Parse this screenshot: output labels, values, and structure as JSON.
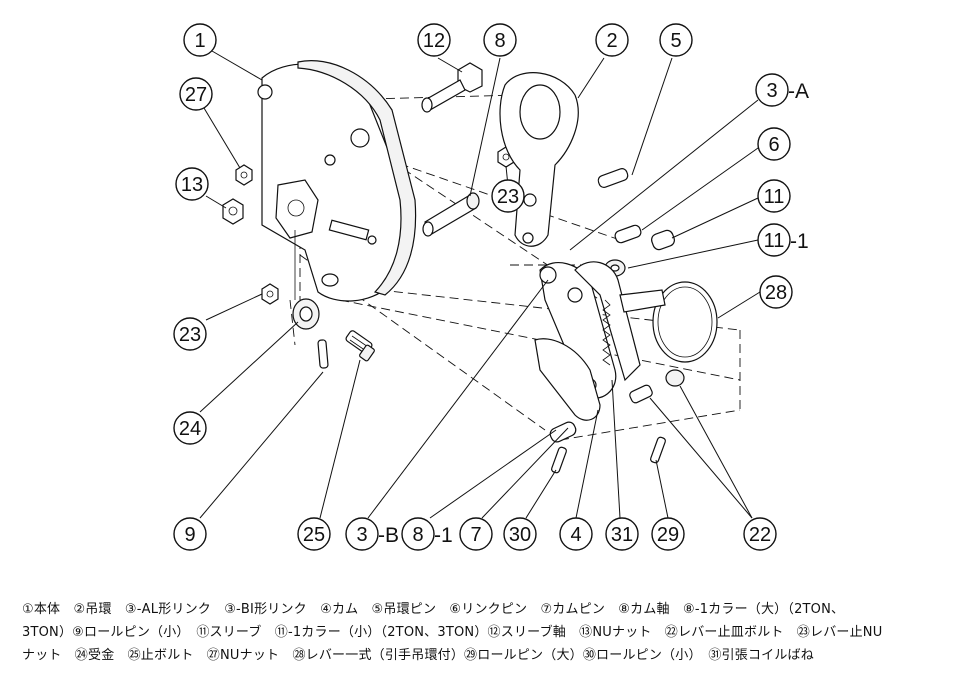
{
  "callouts": {
    "c1": "1",
    "c2": "2",
    "c3a": "3",
    "c3a_suffix": "-A",
    "c3b": "3",
    "c3b_suffix": "-B",
    "c4": "4",
    "c5": "5",
    "c6": "6",
    "c7": "7",
    "c8": "8",
    "c8_1": "8",
    "c8_1_suffix": "-1",
    "c9": "9",
    "c11": "11",
    "c11_1": "11",
    "c11_1_suffix": "-1",
    "c12": "12",
    "c13": "13",
    "c22": "22",
    "c23a": "23",
    "c23b": "23",
    "c24": "24",
    "c25": "25",
    "c27": "27",
    "c28": "28",
    "c29": "29",
    "c30": "30",
    "c31": "31"
  },
  "legend": {
    "line1": "①本体　②吊環　③-AL形リンク　③-BI形リンク　④カム　⑤吊環ピン　⑥リンクピン　⑦カムピン　⑧カム軸　⑧-1カラー（大）（2TON、",
    "line2": "3TON）⑨ロールピン（小）　⑪スリーブ　⑪-1カラー（小）（2TON、3TON）⑫スリーブ軸　⑬NUナット　㉒レバー止皿ボルト　㉓レバー止NU",
    "line3": "ナット　㉔受金　㉕止ボルト　㉗NUナット　㉘レバー一式（引手吊環付）㉙ロールピン（大）㉚ロールピン（小）　㉛引張コイルばね"
  }
}
